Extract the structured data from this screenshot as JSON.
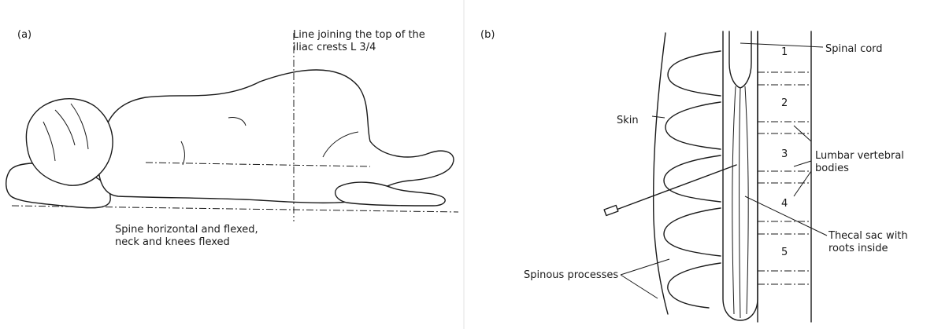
{
  "panel_a": {
    "tag": "(a)",
    "iliac_label_line1": "Line joining the top of the",
    "iliac_label_line2": "iliac crests L 3/4",
    "caption_line1": "Spine horizontal and flexed,",
    "caption_line2": "neck and knees flexed"
  },
  "panel_b": {
    "tag": "(b)",
    "spinal_cord": "Spinal cord",
    "skin": "Skin",
    "lumbar_line1": "Lumbar vertebral",
    "lumbar_line2": "bodies",
    "thecal_line1": "Thecal sac with",
    "thecal_line2": "roots inside",
    "spinous": "Spinous processes",
    "vertebra_numbers": [
      "1",
      "2",
      "3",
      "4",
      "5"
    ]
  },
  "colors": {
    "ink": "#1a1a1a",
    "paper": "#ffffff"
  }
}
